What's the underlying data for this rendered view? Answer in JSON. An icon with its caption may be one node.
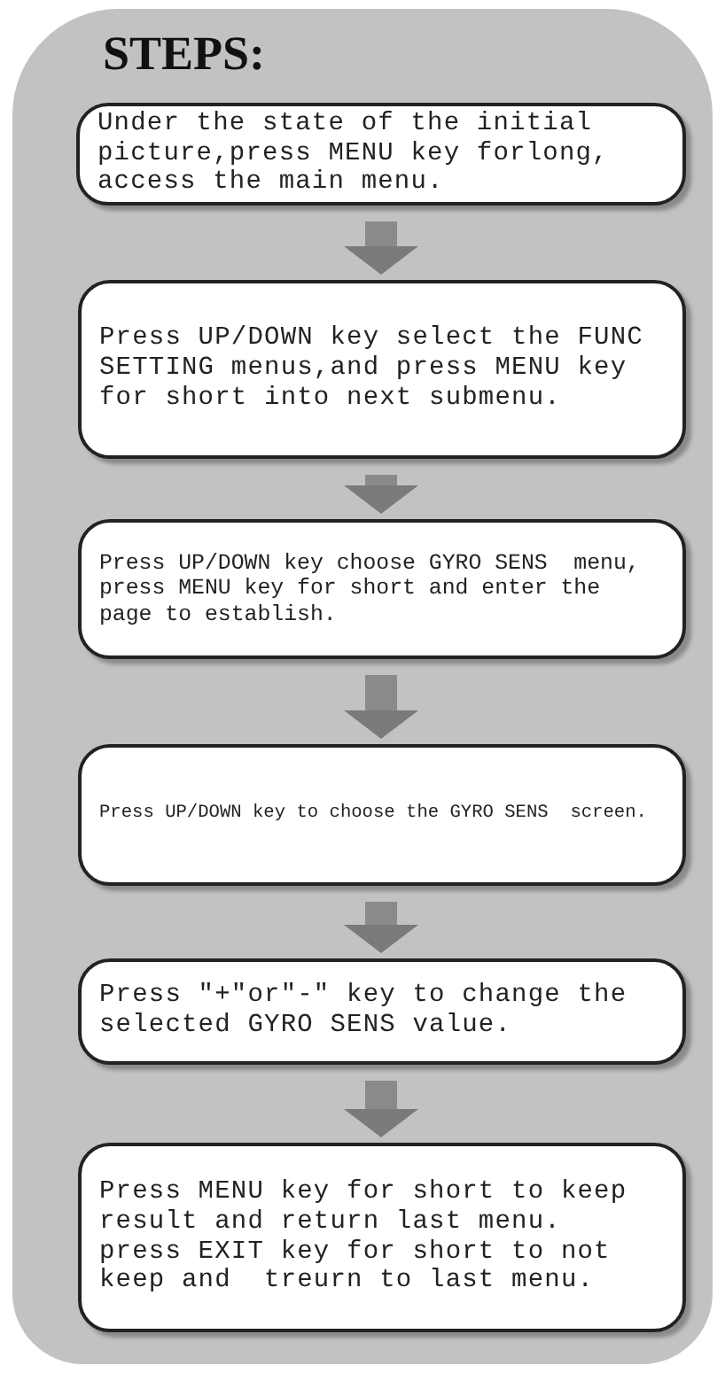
{
  "diagram": {
    "title": "STEPS:",
    "nodes": [
      {
        "text": [
          "Under the state of the initial picture,press MENU key forlong, access the main menu."
        ]
      },
      {
        "text": [
          "Press UP/DOWN key select the FUNC SETTING menus,and press MENU key for short into next submenu."
        ]
      },
      {
        "text": [
          "Press UP/DOWN key choose GYRO SENS  menu, press MENU key for short and enter the page to establish."
        ]
      },
      {
        "text": [
          "Press UP/DOWN key to choose the GYRO SENS  screen."
        ]
      },
      {
        "text": [
          "Press \"+\"or\"-\" key to change the selected GYRO SENS value."
        ]
      },
      {
        "text": [
          "Press MENU key for short to keep result and return last menu. press EXIT key for short to not keep and  treurn to last menu."
        ]
      }
    ],
    "edges": [
      {
        "from": 0,
        "to": 1,
        "arrow": "to"
      },
      {
        "from": 1,
        "to": 2,
        "arrow": "to"
      },
      {
        "from": 2,
        "to": 3,
        "arrow": "to"
      },
      {
        "from": 3,
        "to": 4,
        "arrow": "to"
      },
      {
        "from": 4,
        "to": 5,
        "arrow": "to"
      }
    ]
  }
}
